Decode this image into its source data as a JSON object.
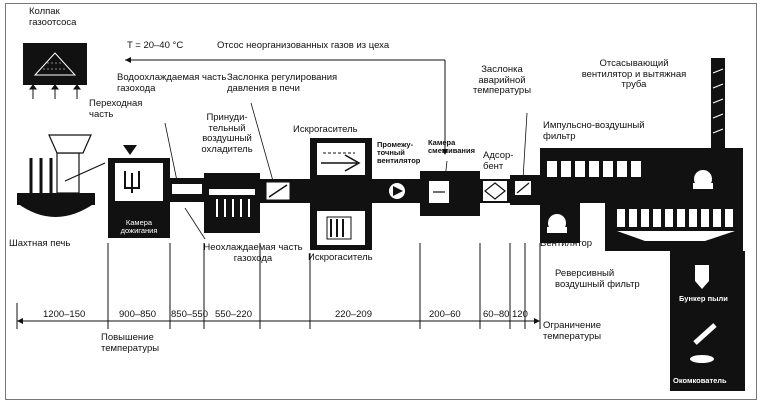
{
  "labels": {
    "kolpak": "Колпак газоотсоса",
    "temp": "T = 20–40 °C",
    "otsos": "Отсос неорганизованных газов из цеха",
    "vodo": "Водоохлаждаемая часть газохода",
    "perehod": "Переходная часть",
    "zaslonka_reg": "Заслонка регулирования давления в печи",
    "prinud": "Принуди-тельный воздушный охладитель",
    "iskro_top": "Искрогаситель",
    "promezh": "Промежу-точный вентилятор",
    "kamera_sm": "Камера смешивания",
    "zaslonka_av": "Заслонка аварийной температуры",
    "adsorbent": "Адсор-бент",
    "otsas": "Отсасывающий вентилятор и вытяжная труба",
    "impulse": "Импульсно-воздушный фильтр",
    "shaht": "Шахтная печь",
    "kamera_dozh": "Камера дожигания",
    "neohl": "Неохлаждаемая часть газохода",
    "iskro_bot": "Искрогаситель",
    "ventilator": "Вентилятор",
    "revers": "Реверсивный воздушный фильтр",
    "bunker": "Бункер пыли",
    "okomk": "Окомкователь",
    "povysh": "Повышение температуры",
    "ogran": "Ограничение температуры"
  },
  "temperature_ranges": [
    "1200–150",
    "900–850",
    "850–550",
    "550–220",
    "220–209",
    "200–60",
    "60–80",
    "120"
  ]
}
